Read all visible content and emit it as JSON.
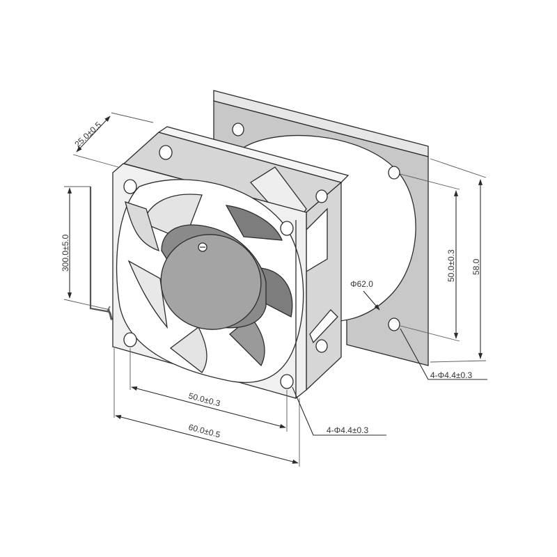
{
  "dimensions": {
    "depth": "25.0±0.5",
    "cable_length": "300.0±5.0",
    "hole_spacing_front": "50.0±0.3",
    "frame_width": "60.0±0.5",
    "holes_front": "4-Φ4.4±0.3",
    "hole_spacing_back": "50.0±0.3",
    "plate_height": "58.0",
    "fan_diameter": "Φ62.0",
    "holes_back": "4-Φ4.4±0.3"
  },
  "colors": {
    "face": "#f0f0f0",
    "side": "#d6d6d6",
    "plate": "#c8c8c8",
    "hub": "#a4a4a4",
    "blade": "#e4e4e4",
    "blade_dark": "#7d7d7d",
    "cable": "#555555"
  }
}
